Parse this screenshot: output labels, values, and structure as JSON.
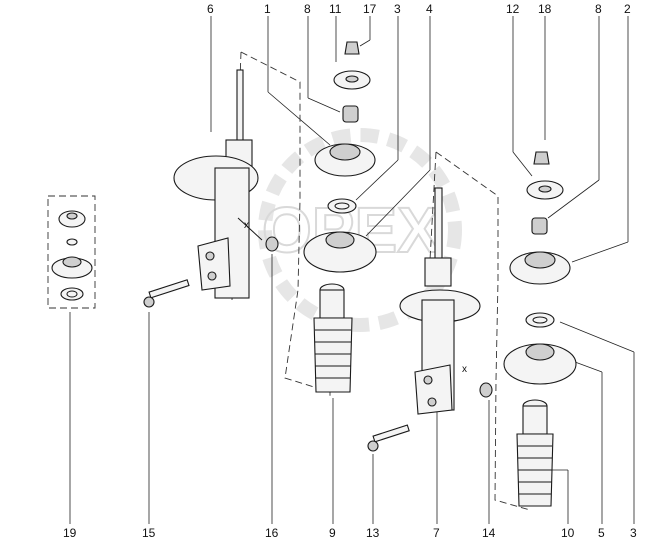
{
  "watermark": {
    "logo_text": "OPEX"
  },
  "callouts": {
    "c6": "6",
    "c1": "1",
    "c8a": "8",
    "c11": "11",
    "c17": "17",
    "c3a": "3",
    "c4": "4",
    "c12": "12",
    "c18": "18",
    "c8b": "8",
    "c2": "2",
    "c19": "19",
    "c15": "15",
    "c16": "16",
    "c9": "9",
    "c13": "13",
    "c7": "7",
    "c14": "14",
    "c10": "10",
    "c5": "5",
    "c3b": "3"
  },
  "marks": {
    "x_left": "x",
    "x_right": "x"
  }
}
